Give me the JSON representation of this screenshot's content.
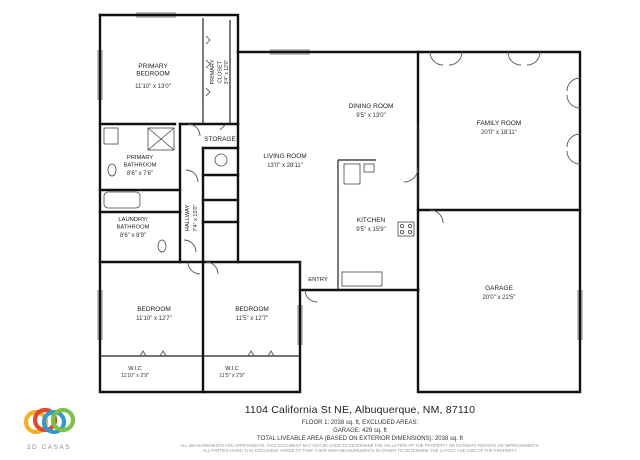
{
  "property": {
    "address": "1104 California St NE, Albuquerque, NM, 87110",
    "floor_line": "FLOOR 1: 2038 sq. ft, EXCLUDED AREAS:",
    "garage_line": "GARAGE: 429 sq. ft",
    "total_line": "TOTAL LIVEABLE AREA (BASED ON EXTERIOR DIMENSIONS): 2038 sq. ft",
    "disclaimer_1": "ALL MEASUREMENTS ARE APPROXIMATE. THIS DOCUMENT MAY NOT BE USED TO DETERMINE THE VALUATION OF THE PROPERTY OR ESTIMATE REPAIRS OR IMPROVEMENTS.",
    "disclaimer_2": "ALL PARTIES USING THIS DOCUMENT AGREE TO TAKE THEIR OWN MEASUREMENTS IN ORDER TO DETERMINE THE LAYOUT AND SIZE OF THE PROPERTY."
  },
  "brand": {
    "name": "3D CASAS",
    "colors": [
      "#f2b01e",
      "#e8452c",
      "#2f9ad6",
      "#7bc143"
    ]
  },
  "rooms": {
    "primary_bedroom": {
      "name": "PRIMARY\nBEDROOM",
      "dims": "11'10\" x 13'0\""
    },
    "primary_closet": {
      "name": "PRIMARY\nCLOSET",
      "dims": "3'4\" x 13'0\""
    },
    "storage": {
      "name": "STORAGE"
    },
    "primary_bathroom": {
      "name": "PRIMARY\nBATHROOM",
      "dims": "8'6\" x 7'6\""
    },
    "laundry": {
      "name": "LAUNDRY/\nBATHROOM",
      "dims": "8'6\" x 8'9\""
    },
    "hallway": {
      "name": "HALLWAY",
      "dims": "7'4\" x 15'0\""
    },
    "living_room": {
      "name": "LIVING ROOM",
      "dims": "13'0\" x 28'11\""
    },
    "dining_room": {
      "name": "DINING ROOM",
      "dims": "9'5\" x 13'0\""
    },
    "family_room": {
      "name": "FAMILY ROOM",
      "dims": "20'0\" x 18'11\""
    },
    "kitchen": {
      "name": "KITCHEN",
      "dims": "9'5\" x 15'9\""
    },
    "entry": {
      "name": "ENTRY"
    },
    "garage": {
      "name": "GARAGE",
      "dims": "20'0\" x 22'5\""
    },
    "bedroom_1": {
      "name": "BEDROOM",
      "dims": "11'10\" x 12'7\""
    },
    "bedroom_2": {
      "name": "BEDROOM",
      "dims": "11'5\" x 12'7\""
    },
    "wic_1": {
      "name": "W.I.C",
      "dims": "11'10\" x 2'9\""
    },
    "wic_2": {
      "name": "W.I.C",
      "dims": "11'5\" x 2'9\""
    }
  }
}
